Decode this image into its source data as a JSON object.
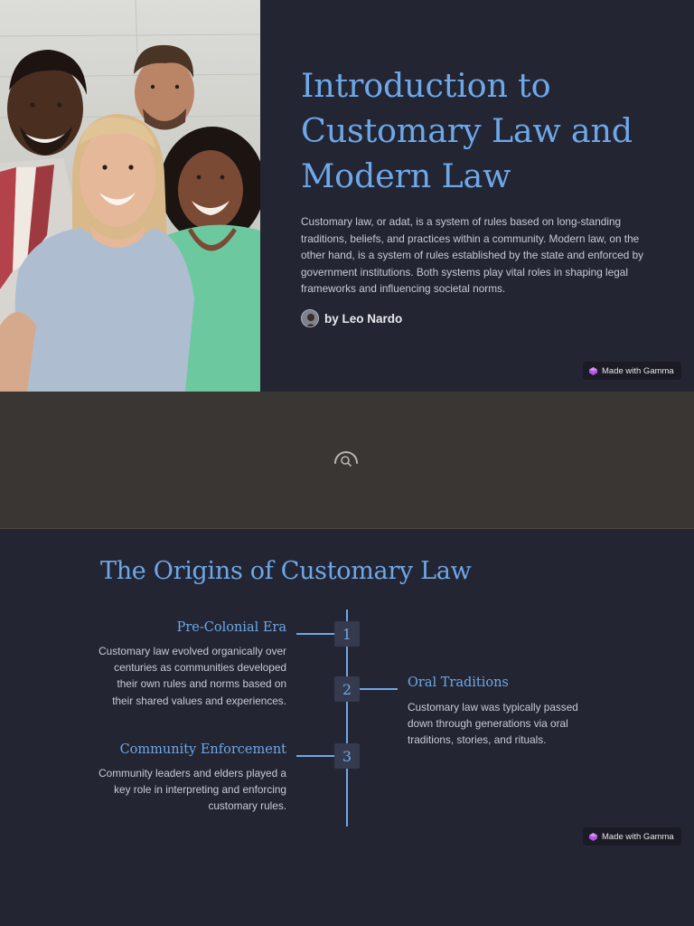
{
  "slide1": {
    "title": "Introduction to Customary Law and Modern Law",
    "description": "Customary law, or adat, is a system of rules based on long-standing traditions, beliefs, and practices within a community. Modern law, on the other hand, is a system of rules established by the state and enforced by government institutions. Both systems play vital roles in shaping legal frameworks and influencing societal norms.",
    "author": "by Leo Nardo",
    "badge": "Made with Gamma"
  },
  "slide2": {
    "title": "The Origins of Customary Law",
    "items": [
      {
        "number": "1",
        "title": "Pre-Colonial Era",
        "text": "Customary law evolved organically over centuries as communities developed their own rules and norms based on their shared values and experiences."
      },
      {
        "number": "2",
        "title": "Oral Traditions",
        "text": "Customary law was typically passed down through generations via oral traditions, stories, and rituals."
      },
      {
        "number": "3",
        "title": "Community Enforcement",
        "text": "Community leaders and elders played a key role in interpreting and enforcing customary rules."
      }
    ],
    "badge": "Made with Gamma"
  },
  "colors": {
    "background": "#232533",
    "accent": "#6ea8e8",
    "loading_band": "#3a3634",
    "number_box": "#363a4e"
  },
  "icons": {
    "badge": "gamma-gem-icon",
    "loading": "loading-search-icon"
  }
}
